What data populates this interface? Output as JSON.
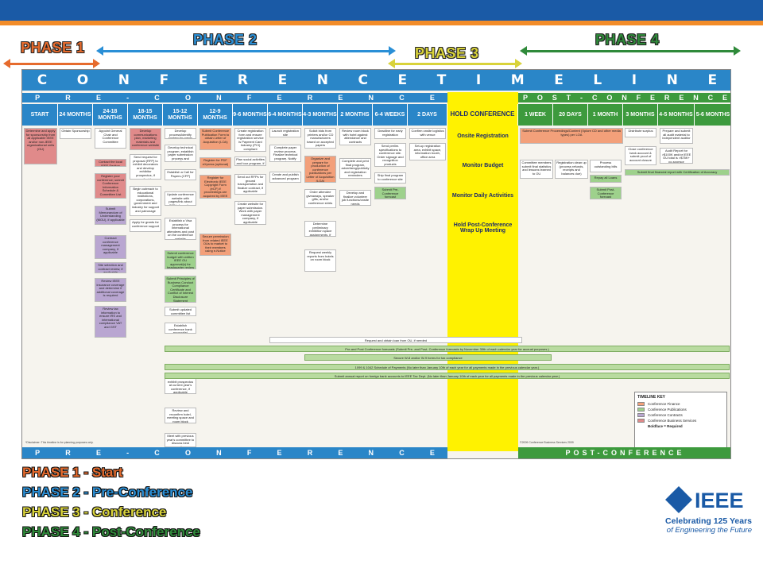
{
  "phases": {
    "p1": {
      "label": "PHASE 1",
      "color": "#e66b2d"
    },
    "p2": {
      "label": "PHASE 2",
      "color": "#2a8fd6"
    },
    "p3": {
      "label": "PHASE 3",
      "color": "#d9d33a"
    },
    "p4": {
      "label": "PHASE 4",
      "color": "#2f8a3a"
    }
  },
  "poster": {
    "title_letters": [
      "C",
      "O",
      "N",
      "F",
      "E",
      "R",
      "E",
      "N",
      "C",
      "E",
      "T",
      "I",
      "M",
      "E",
      "L",
      "I",
      "N",
      "E"
    ],
    "pre_banner": [
      "P",
      "R",
      "E",
      "-",
      "C",
      "O",
      "N",
      "F",
      "E",
      "R",
      "E",
      "N",
      "C",
      "E"
    ],
    "post_banner": [
      "P",
      "O",
      "S",
      "T",
      "-",
      "C",
      "O",
      "N",
      "F",
      "E",
      "R",
      "E",
      "N",
      "C",
      "E"
    ],
    "bottom_pre": [
      "P",
      "R",
      "E",
      "-",
      "C",
      "O",
      "N",
      "F",
      "E",
      "R",
      "E",
      "N",
      "C",
      "E"
    ],
    "bottom_post": "POST-CONFERENCE",
    "columns": [
      "START",
      "24 MONTHS",
      "24-18 MONTHS",
      "18-15 MONTHS",
      "15-12 MONTHS",
      "12-9 MONTHS",
      "9-6 MONTHS",
      "6-4 MONTHS",
      "4-3 MONTHS",
      "2 MONTHS",
      "6-4 WEEKS",
      "2 DAYS",
      "HOLD CONFERENCE",
      "1 WEEK",
      "20 DAYS",
      "1 MONTH",
      "3 MONTHS",
      "4-5 MONTHS",
      "5-6 MONTHS"
    ],
    "hold_items": [
      "Onsite Registration",
      "Monitor Budget",
      "Monitor Daily Activities",
      "Hold Post-Conference Wrap Up Meeting"
    ],
    "cells": {
      "c0a": "Determine and apply for sponsorship from all applicable IEEE and/or non-IEEE organizational units (OU)",
      "c1a": "Obtain Sponsorship",
      "c2a": "Appoint General Chair and Conference Committee",
      "c2b": "Contact the local IEEE Section",
      "c2c": "Register your conference; submit Conference Information Schedule & Committee List",
      "c2d": "Submit Memorandum of Understanding (MOU), if applicable",
      "c2e": "Contract conference management company, if applicable",
      "c2f": "Site selection and contract review, if applicable",
      "c2g": "Review IEEE insurance coverage and determine if additional coverage is required",
      "c2h": "Review tax information to ensure IRS and international compliance VAT and GST",
      "c3a": "Develop communications plan, marketing materials and conference website",
      "c3b": "Send request for proposal (RFP) to exhibit decorators and develop exhibitor prospectus, if applicable",
      "c3c": "Begin outreach to educational institutions, corporations, government and industry for support and patronage",
      "c3d": "Apply for grants for conference support",
      "c4a": "Develop process/identify system for paper management",
      "c4b": "Develop technical program, establish paper submission process and deadlines",
      "c4c": "Establish a Call for Papers (CFP)",
      "c4d": "Update conference website with pages/link about CFP information",
      "c4e": "Establish a Visa process for international attendees and post on the conference website",
      "c4f": "Submit conference budget with written IEEE OU approval(s) for headquarter review",
      "c4g": "Submit Principles of Business Conduct Compliance Certificate and Conflict of Interest Disclosure Statement (PBC/COI) forms",
      "c4h": "Submit updated committee list",
      "c4i": "Establish conference bank account(s)",
      "c4j": "Promote CFP and exhibit prospectus at current year's conference, if applicable",
      "c4k": "Review and reconfirm hotel, meeting space and room block",
      "c4l": "Meet with previous year's committee to discuss best practices",
      "c5a": "Submit Conference Publication Form to obtain Letter of Acquisition (LOA)",
      "c5b": "Register for PDF eXpress (optional)",
      "c5c": "Register for Electronic IEEE Copyright Form (eCF) if proceedings are acquired by IEEE",
      "c5d": "Secure permission from related IEEE OUs to market to their members using e-Notice",
      "c6a": "Create registration form and ensure registration service is Payment Card Industry (PCI) compliant",
      "c6b": "Plan social activities and tour program, if applicable",
      "c6c": "Send out RFPs for ground transportation and finalize contract, if applicable",
      "c6d": "Create website for paper submission. Work with paper management company, if applicable",
      "c7a": "Launch registration site",
      "c7b": "Complete paper review process. Finalize technical program. Notify speakers.",
      "c7c": "Create and publish advanced program",
      "c8a": "Solicit bids from printers and/or CD manufacturers based on accepted papers",
      "c8b": "Organize and prepare for production of conference publications per Letter of Acquisition (LOA)",
      "c8c": "Order attendee giveaways, speaker gifts, and/or conference shirts",
      "c8d": "Determine preliminary exhibition space assignments, if applicable",
      "c8e": "Request weekly reports from hotels on room block",
      "c9a": "Review room block with hotel against attendance and contracts",
      "c9b": "Complete and print final program, advertising/publicity and registration reminders",
      "c9c": "Develop and finalize volunteer job functions/onsite needs",
      "c10a": "Deadline for early registration",
      "c10b": "Send prelim. specifications to conference site. Order signage and recognition products",
      "c10c": "Ship final program to conference site",
      "c10d": "Submit Pre-Conference forecast",
      "c11a": "Confirm onsite logistics with venue",
      "c11b": "Set-up registration area, exhibit space, information booth, office area",
      "p1a": "Submit Conference Proceedings/Content (Xplore CD and other media types) per LOA",
      "p1b": "Committee members submit final statistics and lessons learned to OU",
      "p1c": "Registration clean up (process refunds, receipts and balances due)",
      "p1d": "Process outstanding bills",
      "p1e": "Repay all Loans",
      "p1f": "Submit Post-Conference forecast",
      "p2a": "Distribute surplus",
      "p2b": "Close conference bank account & submit proof of account closure",
      "p3a": "Prepare and submit all audit material to independent auditor",
      "p3b": "Audit Report for >$100K and/or IEEE OU total is >$75K+ co-sponsor",
      "p4a": "Submit final financial report with Certification of Accuracy"
    },
    "wide_rows": [
      "Request and obtain loan from OU, if needed",
      "Pre-and Post Conference forecasts (Submit Pre- and Post- Conference forecasts by November 30th of each calendar year for accrual purposes.)",
      "Secure W-8 and/or W-9 forms for tax compliance",
      "1099 & 1042 Schedule of Payments (No later than January 10th of each year for all payments made in the previous calendar year.)",
      "Submit annual report on foreign bank accounts to IEEE Tax Dept. (No later than January 10th of each year for all payments made in the previous calendar year.)"
    ],
    "key": {
      "title": "TIMELINE KEY",
      "items": [
        {
          "label": "Conference Finance",
          "color": "#f3a07a"
        },
        {
          "label": "Conference Publications",
          "color": "#9ed18c"
        },
        {
          "label": "Conference Contracts",
          "color": "#b9a6d1"
        },
        {
          "label": "Conference Business Services",
          "color": "#e08a8a"
        },
        {
          "label": "Boldface = Required",
          "color": ""
        }
      ]
    },
    "disclaimer": "*Disclaimer: This timeline is for planning purposes only.",
    "copyright": "©2009 Conference Business Services 2009"
  },
  "legend": [
    {
      "text": "PHASE 1 - Start",
      "color": "#e66b2d"
    },
    {
      "text": "PHASE 2 - Pre-Conference",
      "color": "#2a8fd6"
    },
    {
      "text": "PHASE 3 - Conference",
      "color": "#d9d33a"
    },
    {
      "text": "PHASE 4 - Post-Conference",
      "color": "#2f8a3a"
    }
  ],
  "logo": {
    "word": "IEEE",
    "line1": "Celebrating 125 Years",
    "line2": "of Engineering the Future"
  }
}
